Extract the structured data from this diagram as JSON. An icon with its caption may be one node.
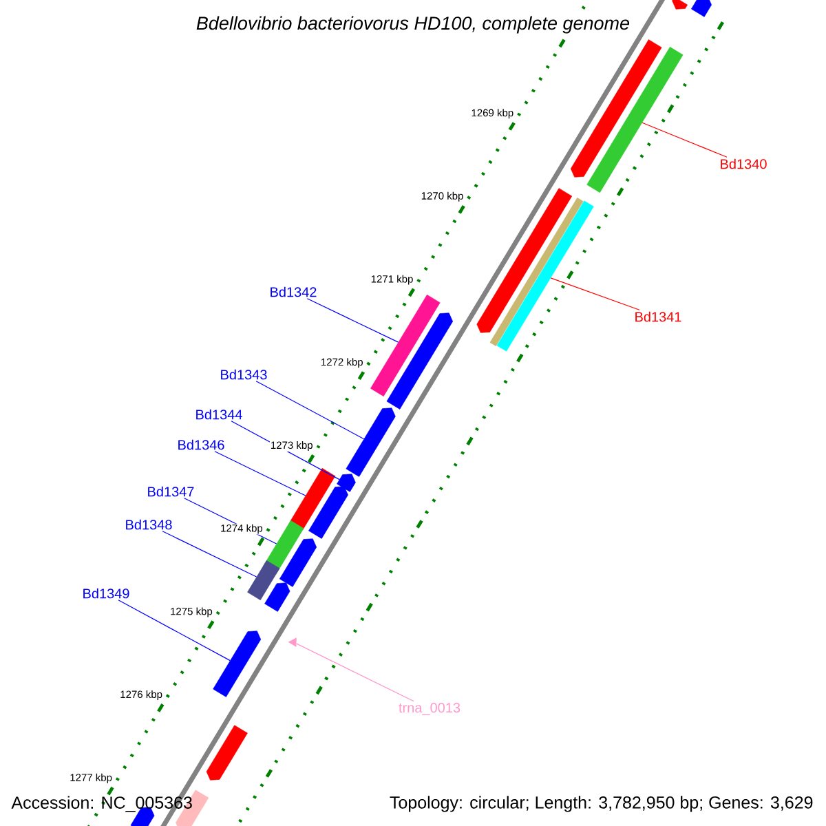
{
  "diagram": {
    "title": "Bdellovibrio bacteriovorus HD100, complete genome",
    "nodes": [
      {
        "text": [
          "Bd1340"
        ]
      },
      {
        "text": [
          "Bd1341"
        ]
      },
      {
        "text": [
          "Bd1342"
        ]
      },
      {
        "text": [
          "Bd1343"
        ]
      },
      {
        "text": [
          "Bd1344"
        ]
      },
      {
        "text": [
          "Bd1346"
        ]
      },
      {
        "text": [
          "Bd1347"
        ]
      },
      {
        "text": [
          "Bd1348"
        ]
      },
      {
        "text": [
          "Bd1349"
        ]
      },
      {
        "text": [
          "trna_0013"
        ]
      },
      {
        "text": [],
        "shape": "bar"
      },
      {
        "text": [],
        "shape": "bar"
      },
      {
        "text": [],
        "shape": "bar"
      },
      {
        "text": [],
        "shape": "bar"
      },
      {
        "text": [],
        "shape": "bar"
      },
      {
        "text": [],
        "shape": "bar"
      },
      {
        "text": [],
        "shape": "bar"
      },
      {
        "text": [],
        "shape": "bar"
      },
      {
        "text": [],
        "shape": "bar"
      },
      {
        "text": [],
        "shape": "bar"
      },
      {
        "text": [],
        "shape": "bar"
      },
      {
        "text": [],
        "shape": "bar"
      },
      {
        "text": [],
        "shape": "bar"
      },
      {
        "text": [],
        "shape": "bar"
      },
      {
        "text": [],
        "shape": "bar"
      },
      {
        "text": [],
        "shape": "bar"
      },
      {
        "text": [],
        "shape": "bar"
      },
      {
        "text": [],
        "shape": "bar"
      },
      {
        "text": [],
        "shape": "triangle"
      },
      {
        "text": [],
        "shape": "bar"
      },
      {
        "text": [],
        "shape": "bar"
      },
      {
        "text": [],
        "shape": "bar"
      }
    ],
    "edges": [
      {
        "from": 0,
        "to": 13,
        "arrow": "none",
        "color": "#ff0000"
      },
      {
        "from": 1,
        "to": 16,
        "arrow": "none",
        "color": "#ff0000"
      },
      {
        "from": 2,
        "to": 17,
        "arrow": "none"
      },
      {
        "from": 3,
        "to": 19,
        "arrow": "none"
      },
      {
        "from": 4,
        "to": 21,
        "arrow": "none"
      },
      {
        "from": 5,
        "to": 20,
        "arrow": "none"
      },
      {
        "from": 6,
        "to": 23,
        "arrow": "none"
      },
      {
        "from": 7,
        "to": 25,
        "arrow": "none"
      },
      {
        "from": 8,
        "to": 27,
        "arrow": "none"
      },
      {
        "from": 9,
        "to": 28,
        "arrow": "none",
        "color": "#ff99cc"
      }
    ],
    "labels": [
      "1269 kbp",
      "1270 kbp",
      "1271 kbp",
      "1272 kbp",
      "1273 kbp",
      "1274 kbp",
      "1275 kbp",
      "1276 kbp",
      "1277 kbp",
      "Accession: NC_005363",
      "Topology: circular; Length: 3,782,950 bp; Genes: 3,629"
    ]
  }
}
